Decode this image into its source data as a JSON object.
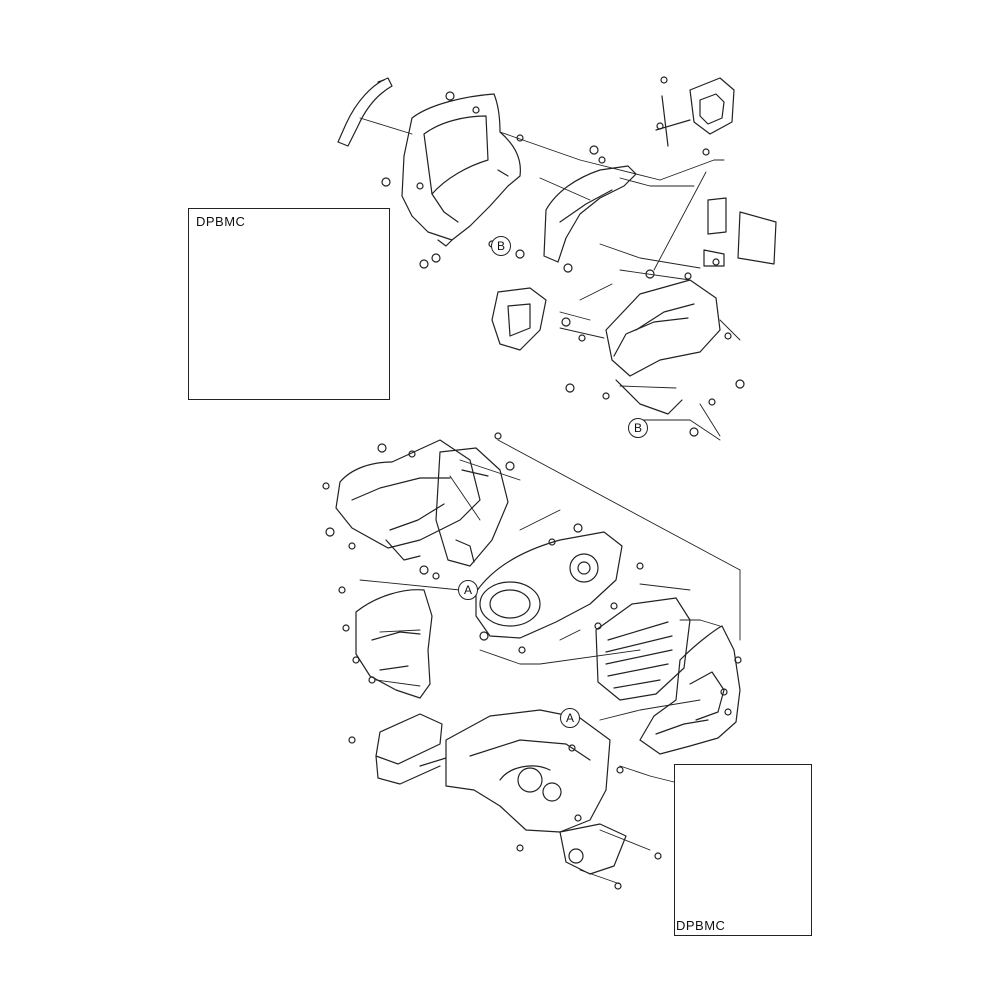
{
  "diagram": {
    "type": "exploded-parts-diagram",
    "line_color": "#222222",
    "fill_color": "#ffffff",
    "shade_color": "#9a9a9a"
  },
  "callouts": [
    {
      "label": "DPBMC"
    },
    {
      "label": "DPBMC"
    }
  ],
  "reference_markers": [
    {
      "letter": "B"
    },
    {
      "letter": "B"
    },
    {
      "letter": "A"
    },
    {
      "letter": "A"
    }
  ]
}
